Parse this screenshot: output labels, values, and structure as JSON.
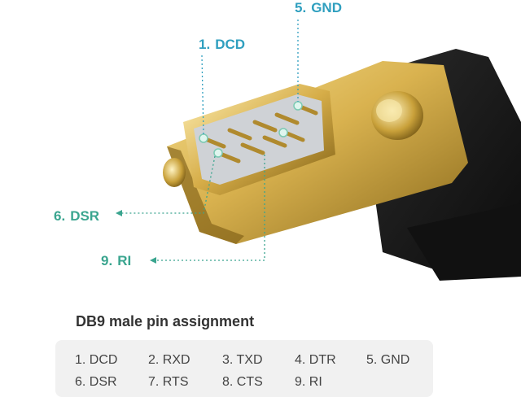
{
  "callouts": {
    "gnd": {
      "num": "5.",
      "label": "GND"
    },
    "dcd": {
      "num": "1.",
      "label": "DCD"
    },
    "dsr": {
      "num": "6.",
      "label": "DSR"
    },
    "ri": {
      "num": "9.",
      "label": "RI"
    }
  },
  "title": "DB9 male pin assignment",
  "pins_row1": [
    "1. DCD",
    "2. RXD",
    "3. TXD",
    "4. DTR",
    "5. GND"
  ],
  "pins_row2": [
    "6. DSR",
    "7. RTS",
    "8. CTS",
    "9. RI"
  ],
  "colors": {
    "callout_blue": "#2f9fbf",
    "callout_teal": "#3aa58f",
    "gold": "#c9a13a",
    "connector_black": "#1a1a1a"
  }
}
